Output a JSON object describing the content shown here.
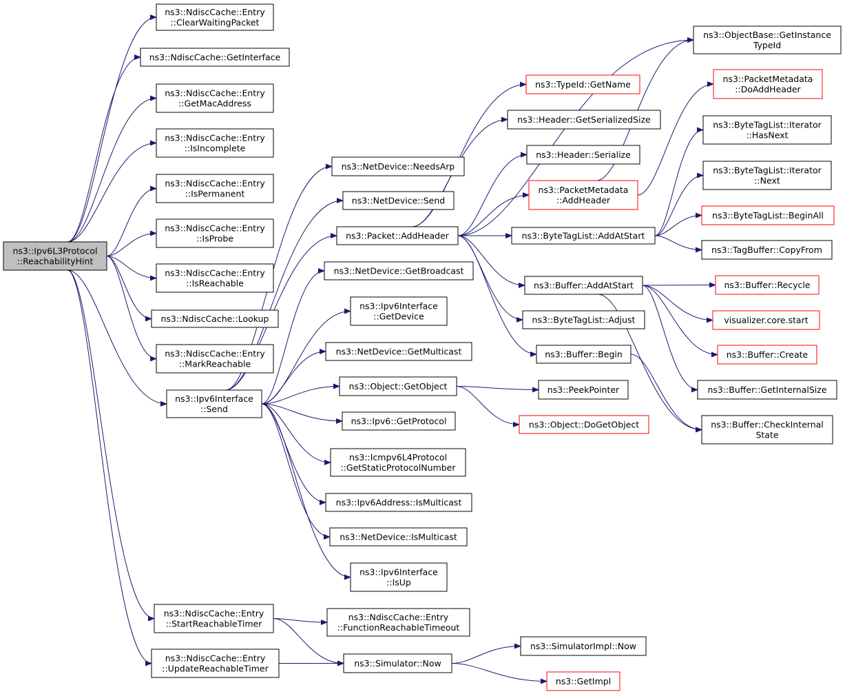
{
  "colors": {
    "edge": "#191970",
    "border_normal": "#000000",
    "border_truncated": "#ff0000",
    "root_fill": "#bfbfbf",
    "node_fill": "#ffffff"
  },
  "nodes": [
    {
      "id": "root",
      "lines": [
        "ns3::Ipv6L3Protocol",
        "::ReachabilityHint"
      ],
      "root": true
    },
    {
      "id": "n_clearwaiting",
      "lines": [
        "ns3::NdiscCache::Entry",
        "::ClearWaitingPacket"
      ]
    },
    {
      "id": "n_getinterface",
      "lines": [
        "ns3::NdiscCache::GetInterface"
      ]
    },
    {
      "id": "n_getmac",
      "lines": [
        "ns3::NdiscCache::Entry",
        "::GetMacAddress"
      ]
    },
    {
      "id": "n_isincomplete",
      "lines": [
        "ns3::NdiscCache::Entry",
        "::IsIncomplete"
      ]
    },
    {
      "id": "n_ispermanent",
      "lines": [
        "ns3::NdiscCache::Entry",
        "::IsPermanent"
      ]
    },
    {
      "id": "n_isprobe",
      "lines": [
        "ns3::NdiscCache::Entry",
        "::IsProbe"
      ]
    },
    {
      "id": "n_isreachable",
      "lines": [
        "ns3::NdiscCache::Entry",
        "::IsReachable"
      ]
    },
    {
      "id": "n_lookup",
      "lines": [
        "ns3::NdiscCache::Lookup"
      ]
    },
    {
      "id": "n_markreachable",
      "lines": [
        "ns3::NdiscCache::Entry",
        "::MarkReachable"
      ]
    },
    {
      "id": "n_ifsend",
      "lines": [
        "ns3::Ipv6Interface",
        "::Send"
      ]
    },
    {
      "id": "n_startreach",
      "lines": [
        "ns3::NdiscCache::Entry",
        "::StartReachableTimer"
      ]
    },
    {
      "id": "n_updatereach",
      "lines": [
        "ns3::NdiscCache::Entry",
        "::UpdateReachableTimer"
      ]
    },
    {
      "id": "n_needsarp",
      "lines": [
        "ns3::NetDevice::NeedsArp"
      ]
    },
    {
      "id": "n_ndsend",
      "lines": [
        "ns3::NetDevice::Send"
      ]
    },
    {
      "id": "n_addheader",
      "lines": [
        "ns3::Packet::AddHeader"
      ]
    },
    {
      "id": "n_getbroadcast",
      "lines": [
        "ns3::NetDevice::GetBroadcast"
      ]
    },
    {
      "id": "n_ifgetdevice",
      "lines": [
        "ns3::Ipv6Interface",
        "::GetDevice"
      ]
    },
    {
      "id": "n_getmulticast",
      "lines": [
        "ns3::NetDevice::GetMulticast"
      ]
    },
    {
      "id": "n_getobject",
      "lines": [
        "ns3::Object::GetObject"
      ]
    },
    {
      "id": "n_getprotocol",
      "lines": [
        "ns3::Ipv6::GetProtocol"
      ]
    },
    {
      "id": "n_icmpstatic",
      "lines": [
        "ns3::Icmpv6L4Protocol",
        "::GetStaticProtocolNumber"
      ]
    },
    {
      "id": "n_addrismulticast",
      "lines": [
        "ns3::Ipv6Address::IsMulticast"
      ]
    },
    {
      "id": "n_ndismulticast",
      "lines": [
        "ns3::NetDevice::IsMulticast"
      ]
    },
    {
      "id": "n_ifisup",
      "lines": [
        "ns3::Ipv6Interface",
        "::IsUp"
      ]
    },
    {
      "id": "n_funcreachtimeout",
      "lines": [
        "ns3::NdiscCache::Entry",
        "::FunctionReachableTimeout"
      ]
    },
    {
      "id": "n_simnow",
      "lines": [
        "ns3::Simulator::Now"
      ]
    },
    {
      "id": "n_typeidgetname",
      "lines": [
        "ns3::TypeId::GetName"
      ],
      "truncated": true
    },
    {
      "id": "n_hdrgetsize",
      "lines": [
        "ns3::Header::GetSerializedSize"
      ]
    },
    {
      "id": "n_hdrserialize",
      "lines": [
        "ns3::Header::Serialize"
      ]
    },
    {
      "id": "n_pmaddheader",
      "lines": [
        "ns3::PacketMetadata",
        "::AddHeader"
      ],
      "truncated": true
    },
    {
      "id": "n_btladdatstart",
      "lines": [
        "ns3::ByteTagList::AddAtStart"
      ]
    },
    {
      "id": "n_bufaddatstart",
      "lines": [
        "ns3::Buffer::AddAtStart"
      ]
    },
    {
      "id": "n_btladjust",
      "lines": [
        "ns3::ByteTagList::Adjust"
      ]
    },
    {
      "id": "n_bufbegin",
      "lines": [
        "ns3::Buffer::Begin"
      ]
    },
    {
      "id": "n_peekpointer",
      "lines": [
        "ns3::PeekPointer"
      ]
    },
    {
      "id": "n_dogetobject",
      "lines": [
        "ns3::Object::DoGetObject"
      ],
      "truncated": true
    },
    {
      "id": "n_simimplnow",
      "lines": [
        "ns3::SimulatorImpl::Now"
      ]
    },
    {
      "id": "n_getimpl",
      "lines": [
        "ns3::GetImpl"
      ],
      "truncated": true
    },
    {
      "id": "n_objbasegettid",
      "lines": [
        "ns3::ObjectBase::GetInstance",
        "TypeId"
      ]
    },
    {
      "id": "n_pmdoaddheader",
      "lines": [
        "ns3::PacketMetadata",
        "::DoAddHeader"
      ],
      "truncated": true
    },
    {
      "id": "n_btlithasnext",
      "lines": [
        "ns3::ByteTagList::Iterator",
        "::HasNext"
      ]
    },
    {
      "id": "n_btlitnext",
      "lines": [
        "ns3::ByteTagList::Iterator",
        "::Next"
      ]
    },
    {
      "id": "n_btlbeginall",
      "lines": [
        "ns3::ByteTagList::BeginAll"
      ],
      "truncated": true
    },
    {
      "id": "n_tagbufcopy",
      "lines": [
        "ns3::TagBuffer::CopyFrom"
      ]
    },
    {
      "id": "n_bufrecycle",
      "lines": [
        "ns3::Buffer::Recycle"
      ],
      "truncated": true
    },
    {
      "id": "n_vizstart",
      "lines": [
        "visualizer.core.start"
      ],
      "truncated": true
    },
    {
      "id": "n_bufcreate",
      "lines": [
        "ns3::Buffer::Create"
      ],
      "truncated": true
    },
    {
      "id": "n_bufgetintsize",
      "lines": [
        "ns3::Buffer::GetInternalSize"
      ]
    },
    {
      "id": "n_bufcheckint",
      "lines": [
        "ns3::Buffer::CheckInternal",
        "State"
      ]
    }
  ],
  "edges": [
    [
      "root",
      "n_clearwaiting"
    ],
    [
      "root",
      "n_getinterface"
    ],
    [
      "root",
      "n_getmac"
    ],
    [
      "root",
      "n_isincomplete"
    ],
    [
      "root",
      "n_ispermanent"
    ],
    [
      "root",
      "n_isprobe"
    ],
    [
      "root",
      "n_isreachable"
    ],
    [
      "root",
      "n_lookup"
    ],
    [
      "root",
      "n_markreachable"
    ],
    [
      "root",
      "n_ifsend"
    ],
    [
      "root",
      "n_startreach"
    ],
    [
      "root",
      "n_updatereach"
    ],
    [
      "n_ifsend",
      "n_needsarp"
    ],
    [
      "n_ifsend",
      "n_ndsend"
    ],
    [
      "n_ifsend",
      "n_addheader"
    ],
    [
      "n_ifsend",
      "n_getbroadcast"
    ],
    [
      "n_ifsend",
      "n_ifgetdevice"
    ],
    [
      "n_ifsend",
      "n_getmulticast"
    ],
    [
      "n_ifsend",
      "n_getobject"
    ],
    [
      "n_ifsend",
      "n_getprotocol"
    ],
    [
      "n_ifsend",
      "n_icmpstatic"
    ],
    [
      "n_ifsend",
      "n_addrismulticast"
    ],
    [
      "n_ifsend",
      "n_ndismulticast"
    ],
    [
      "n_ifsend",
      "n_ifisup"
    ],
    [
      "n_startreach",
      "n_funcreachtimeout"
    ],
    [
      "n_startreach",
      "n_simnow"
    ],
    [
      "n_updatereach",
      "n_simnow"
    ],
    [
      "n_addheader",
      "n_objbasegettid"
    ],
    [
      "n_addheader",
      "n_typeidgetname"
    ],
    [
      "n_addheader",
      "n_hdrgetsize"
    ],
    [
      "n_addheader",
      "n_hdrserialize"
    ],
    [
      "n_addheader",
      "n_pmaddheader"
    ],
    [
      "n_addheader",
      "n_btladdatstart"
    ],
    [
      "n_addheader",
      "n_bufaddatstart"
    ],
    [
      "n_addheader",
      "n_btladjust"
    ],
    [
      "n_addheader",
      "n_bufbegin"
    ],
    [
      "n_getobject",
      "n_peekpointer"
    ],
    [
      "n_getobject",
      "n_dogetobject"
    ],
    [
      "n_simnow",
      "n_simimplnow"
    ],
    [
      "n_simnow",
      "n_getimpl"
    ],
    [
      "n_pmaddheader",
      "n_objbasegettid"
    ],
    [
      "n_pmaddheader",
      "n_pmdoaddheader"
    ],
    [
      "n_btladdatstart",
      "n_btlithasnext"
    ],
    [
      "n_btladdatstart",
      "n_btlitnext"
    ],
    [
      "n_btladdatstart",
      "n_btlbeginall"
    ],
    [
      "n_btladdatstart",
      "n_tagbufcopy"
    ],
    [
      "n_bufaddatstart",
      "n_bufrecycle"
    ],
    [
      "n_bufaddatstart",
      "n_vizstart"
    ],
    [
      "n_bufaddatstart",
      "n_bufcreate"
    ],
    [
      "n_bufaddatstart",
      "n_bufgetintsize"
    ],
    [
      "n_bufaddatstart",
      "n_bufcheckint"
    ],
    [
      "n_bufbegin",
      "n_bufcheckint"
    ]
  ]
}
